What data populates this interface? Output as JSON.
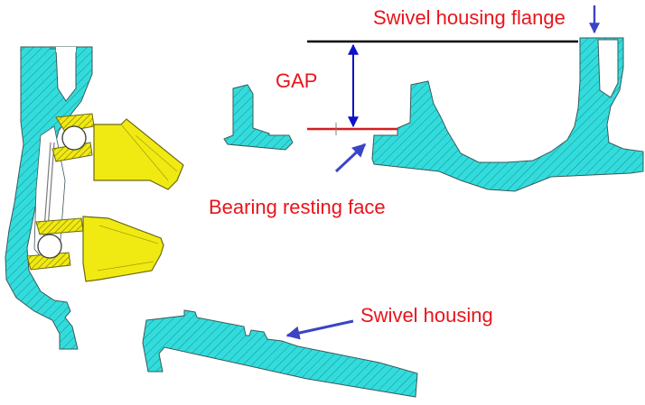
{
  "labels": {
    "swivel_housing_flange": "Swivel housing flange",
    "gap": "GAP",
    "bearing_resting_face": "Bearing resting face",
    "swivel_housing": "Swivel housing"
  },
  "colors": {
    "label_text": "#e8141b",
    "part_fill": "#33dcdc",
    "hatch": "#1a8c8c",
    "part_outline": "#3a5a5a",
    "bearing_fill": "#f0ea12",
    "bearing_outline": "#6d6a10",
    "reference_line_top": "#000000",
    "reference_line_bottom": "#d21e1e",
    "dimension_arrow": "#0c12c8",
    "pointer_arrow": "#3a44c6"
  }
}
